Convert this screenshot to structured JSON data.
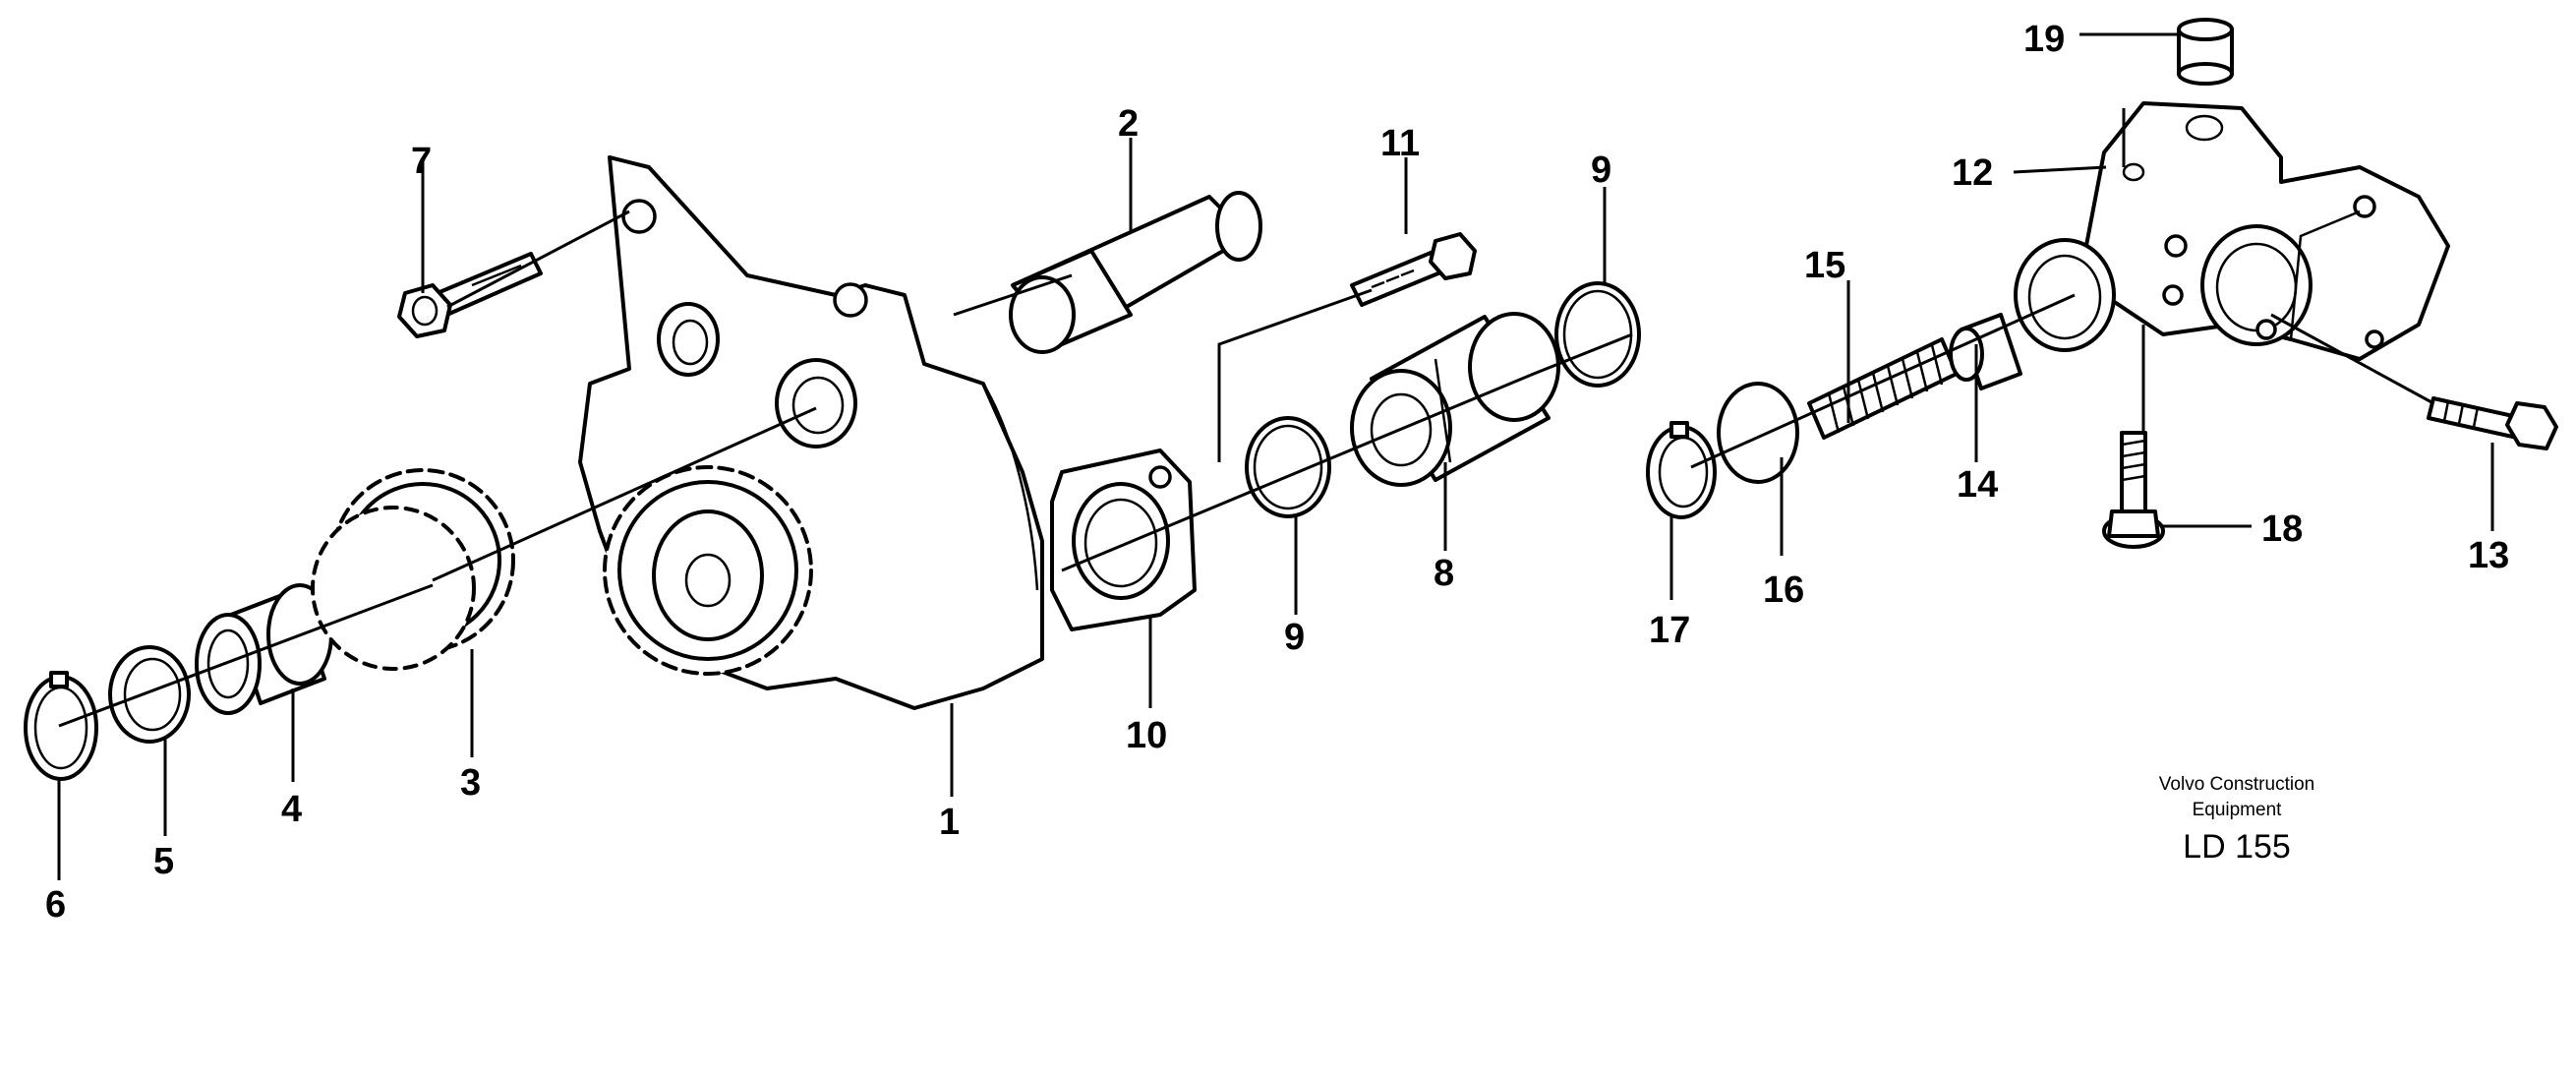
{
  "diagram": {
    "part_numbers": [
      "1",
      "2",
      "3",
      "4",
      "5",
      "6",
      "7",
      "8",
      "9",
      "9",
      "10",
      "11",
      "12",
      "13",
      "14",
      "15",
      "16",
      "17",
      "18",
      "19"
    ],
    "caption": {
      "line1": "Volvo Construction",
      "line2": "Equipment",
      "code": "LD 155"
    }
  }
}
